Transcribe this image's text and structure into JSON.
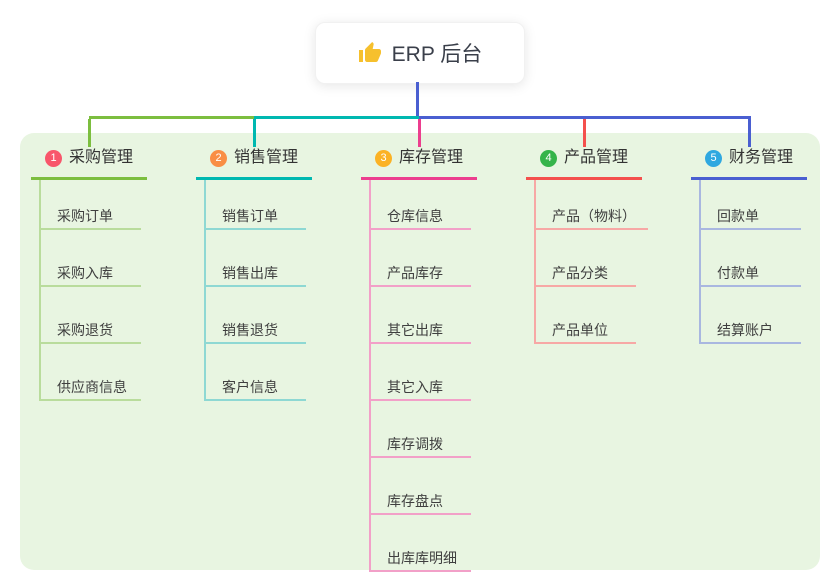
{
  "root": {
    "label": "ERP 后台",
    "icon": "thumbs-up-icon",
    "icon_color": "#f6c02d"
  },
  "panel": {
    "background": "#e8f5e1"
  },
  "text_colors": {
    "title": "#333333",
    "child": "#3f3f3f",
    "root": "#3a3f4a"
  },
  "connector": {
    "stem_color": "#4a5fd1"
  },
  "branches": [
    {
      "num": "1",
      "label": "采购管理",
      "badge_color": "#f8566b",
      "line_color": "#7cbe3f",
      "child_line_color": "#b9dc9c",
      "children": [
        "采购订单",
        "采购入库",
        "采购退货",
        "供应商信息"
      ]
    },
    {
      "num": "2",
      "label": "销售管理",
      "badge_color": "#f98e44",
      "line_color": "#00b8b0",
      "child_line_color": "#8ed8d3",
      "children": [
        "销售订单",
        "销售出库",
        "销售退货",
        "客户信息"
      ]
    },
    {
      "num": "3",
      "label": "库存管理",
      "badge_color": "#fbb224",
      "line_color": "#ec3e8e",
      "child_line_color": "#f2a0c8",
      "children": [
        "仓库信息",
        "产品库存",
        "其它出库",
        "其它入库",
        "库存调拨",
        "库存盘点",
        "出库库明细"
      ]
    },
    {
      "num": "4",
      "label": "产品管理",
      "badge_color": "#35b44a",
      "line_color": "#f4504d",
      "child_line_color": "#f7a8a5",
      "children": [
        "产品（物料）",
        "产品分类",
        "产品单位"
      ]
    },
    {
      "num": "5",
      "label": "财务管理",
      "badge_color": "#2fa8e0",
      "line_color": "#4a5fd1",
      "child_line_color": "#a9b7e0",
      "children": [
        "回款单",
        "付款单",
        "结算账户"
      ]
    }
  ]
}
